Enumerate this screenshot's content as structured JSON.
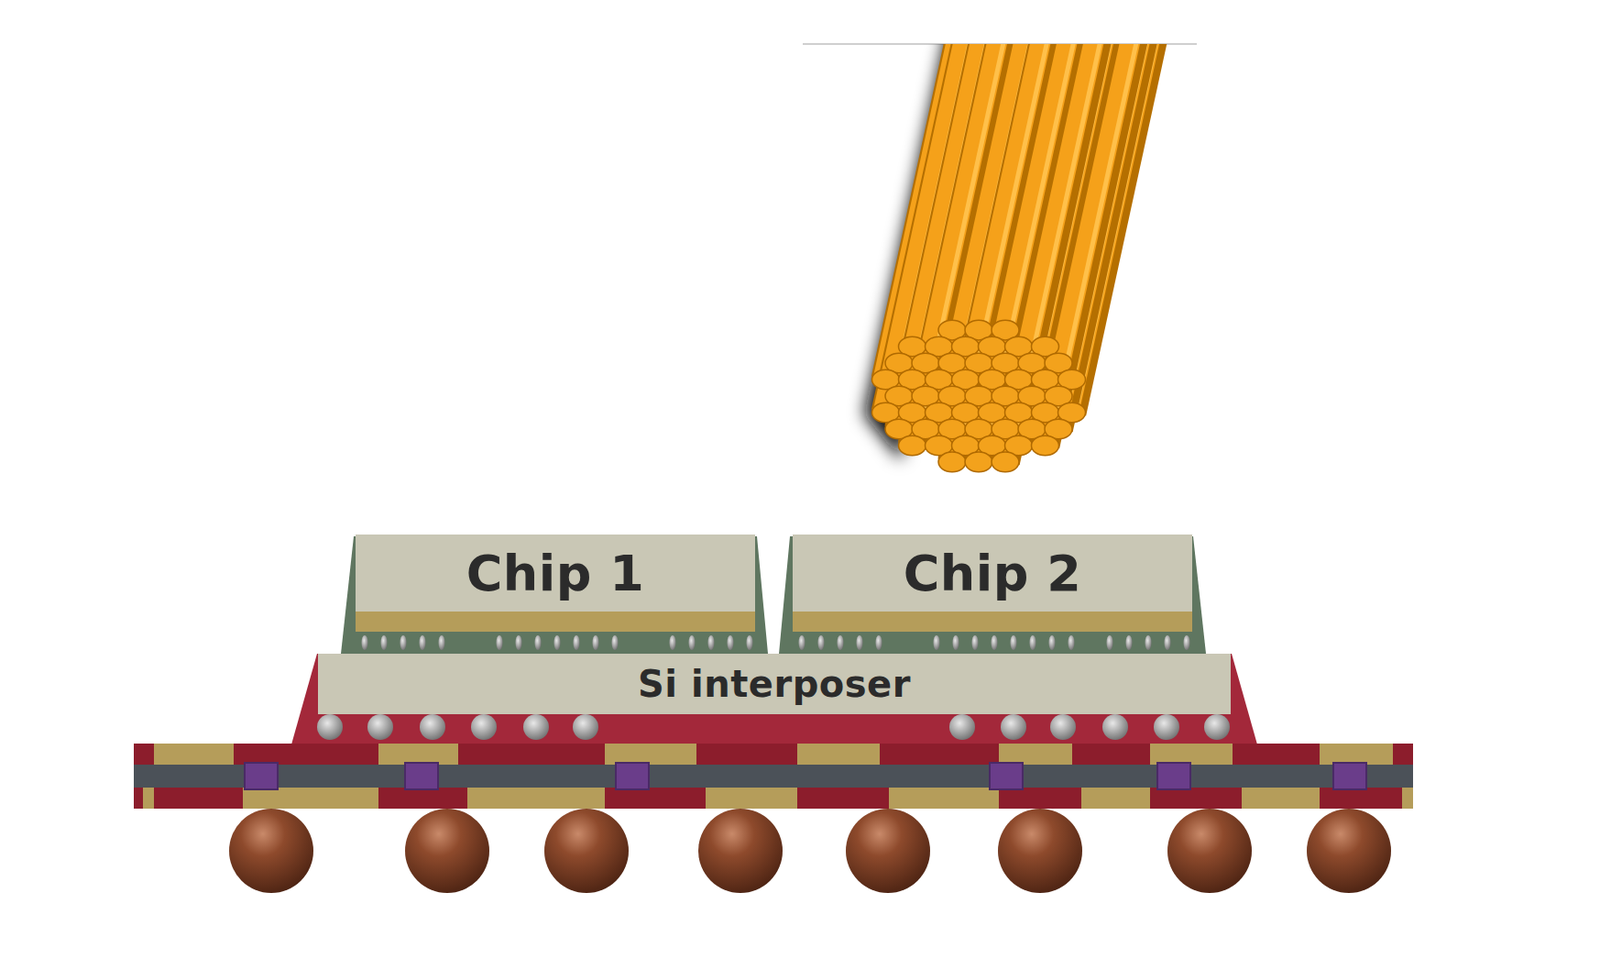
{
  "diagram": {
    "nodes": [
      {
        "text": [
          "Chip 1"
        ]
      },
      {
        "text": [
          "Chip 2"
        ]
      },
      {
        "text": [
          "Si interposer"
        ]
      }
    ]
  }
}
